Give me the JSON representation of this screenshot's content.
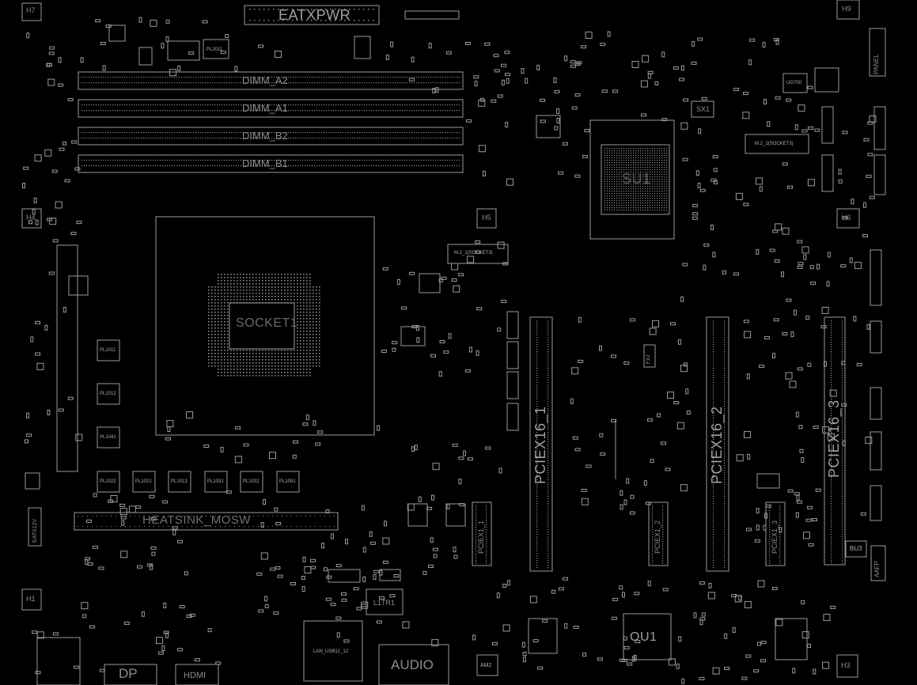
{
  "board": {
    "connectors": {
      "eatxpwr": "EATXPWR",
      "eatx12v": "EATX12V",
      "panel": "PANEL",
      "audio": "AUDIO",
      "dp": "DP",
      "hdmi": "HDMI",
      "aafp": "AAFP"
    },
    "dimm": [
      "DIMM_A2",
      "DIMM_A1",
      "DIMM_B2",
      "DIMM_B1"
    ],
    "mounting_holes": [
      "H7",
      "H9",
      "H4",
      "H5",
      "H6",
      "H1",
      "H3"
    ],
    "pcie_x16": [
      "PCIEX16_1",
      "PCIEX16_2",
      "PCIEX16_3"
    ],
    "pcie_x1": [
      "PCIEX1_1",
      "PCIEX1_2",
      "PCIEX1_3"
    ],
    "m2": [
      "M.2_1(SOCKET3)",
      "M.2_2(SOCKET3)"
    ],
    "chips": {
      "pch": "SU1",
      "ou1": "OU1",
      "l1tr1": "L1TR1",
      "sx1": "SX1",
      "bu3": "BU3",
      "am2": "AM2",
      "heatsink": "HEATSINK_MOSW",
      "cpu_socket": "SOCKET1"
    },
    "small": {
      "pl2011": "PL2011",
      "ug700": "UG700",
      "pl1011": "PL1011",
      "pl1012": "PL1012",
      "pl1041": "PL1041",
      "pl1022": "PL1022",
      "pl1021": "PL1021",
      "pl1013": "PL1013",
      "pl1031": "PL1031",
      "pl1032": "PL1032",
      "pl1051": "PL1051",
      "lan_usb": "LAN_USB12_12",
      "f1u": "F1U"
    }
  }
}
